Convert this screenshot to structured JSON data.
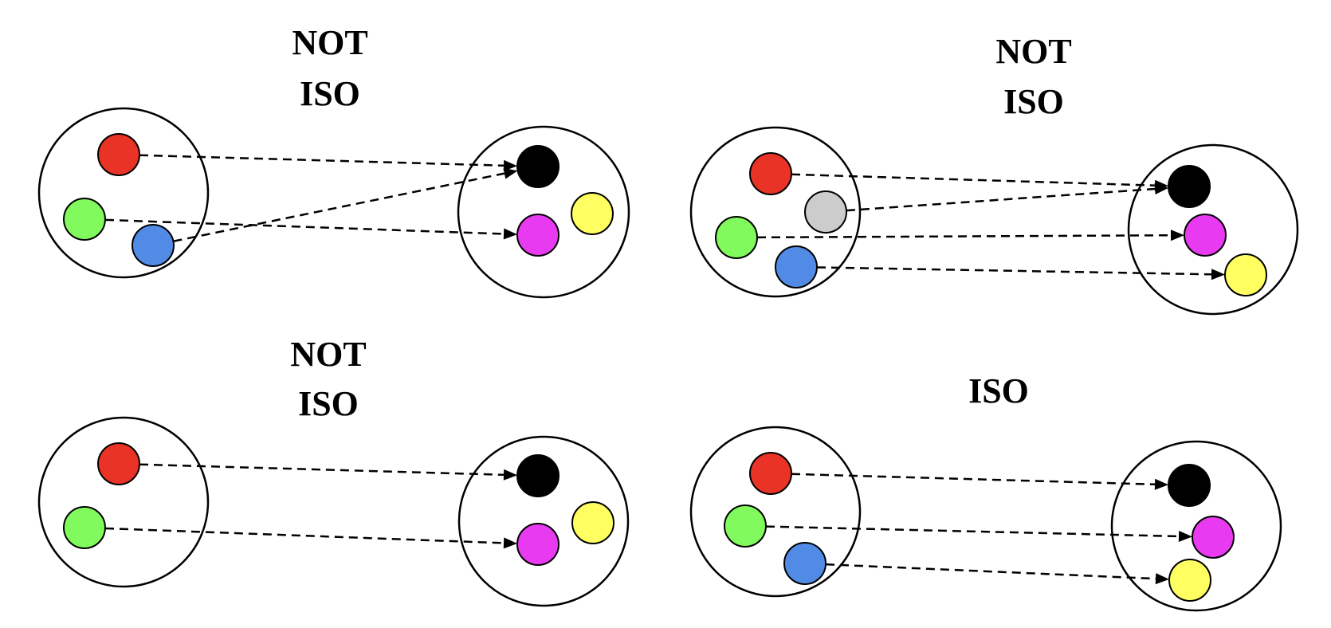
{
  "colors": {
    "red": "#E83326",
    "green": "#80FA5C",
    "blue": "#528BE5",
    "gray": "#CCCCCC",
    "black": "#000000",
    "magenta": "#E83AF0",
    "yellow": "#FFFF62"
  },
  "panels": [
    {
      "id": "top-left",
      "title_lines": [
        "NOT",
        "ISO"
      ],
      "verdict": "not-isomorphic",
      "domain_nodes": [
        "red",
        "green",
        "blue"
      ],
      "codomain_nodes": [
        "black",
        "magenta",
        "yellow"
      ],
      "mappings": [
        {
          "from": "red",
          "to": "black"
        },
        {
          "from": "green",
          "to": "magenta"
        },
        {
          "from": "blue",
          "to": "black"
        }
      ]
    },
    {
      "id": "top-right",
      "title_lines": [
        "NOT",
        "ISO"
      ],
      "verdict": "not-isomorphic",
      "domain_nodes": [
        "red",
        "gray",
        "green",
        "blue"
      ],
      "codomain_nodes": [
        "black",
        "magenta",
        "yellow"
      ],
      "mappings": [
        {
          "from": "red",
          "to": "black"
        },
        {
          "from": "gray",
          "to": "black"
        },
        {
          "from": "green",
          "to": "magenta"
        },
        {
          "from": "blue",
          "to": "yellow"
        }
      ]
    },
    {
      "id": "bottom-left",
      "title_lines": [
        "NOT",
        "ISO"
      ],
      "verdict": "not-isomorphic",
      "domain_nodes": [
        "red",
        "green"
      ],
      "codomain_nodes": [
        "black",
        "magenta",
        "yellow"
      ],
      "mappings": [
        {
          "from": "red",
          "to": "black"
        },
        {
          "from": "green",
          "to": "magenta"
        }
      ]
    },
    {
      "id": "bottom-right",
      "title_lines": [
        "ISO"
      ],
      "verdict": "isomorphic",
      "domain_nodes": [
        "red",
        "green",
        "blue"
      ],
      "codomain_nodes": [
        "black",
        "magenta",
        "yellow"
      ],
      "mappings": [
        {
          "from": "red",
          "to": "black"
        },
        {
          "from": "green",
          "to": "magenta"
        },
        {
          "from": "blue",
          "to": "yellow"
        }
      ]
    }
  ]
}
